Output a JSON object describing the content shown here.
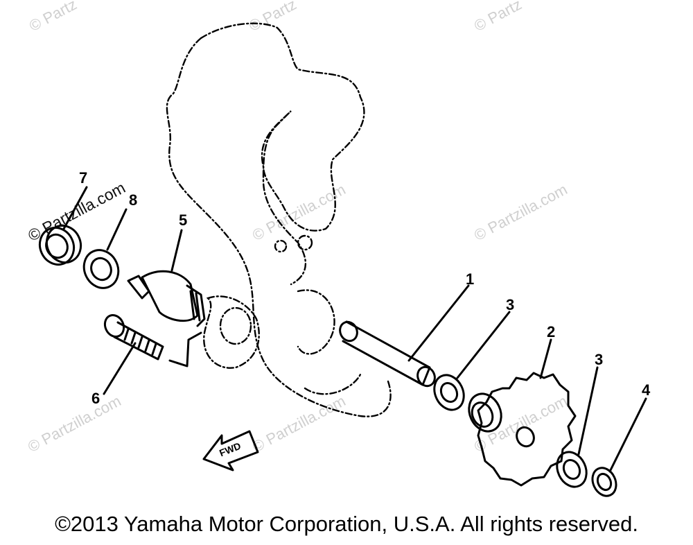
{
  "watermarks": {
    "site": "© Partzilla.com",
    "site_short": "© Partz"
  },
  "callouts": [
    "1",
    "2",
    "3",
    "3",
    "4",
    "5",
    "6",
    "7",
    "8"
  ],
  "arrow_label": "FWD",
  "copyright": "©2013 Yamaha Motor Corporation, U.S.A. All rights reserved."
}
